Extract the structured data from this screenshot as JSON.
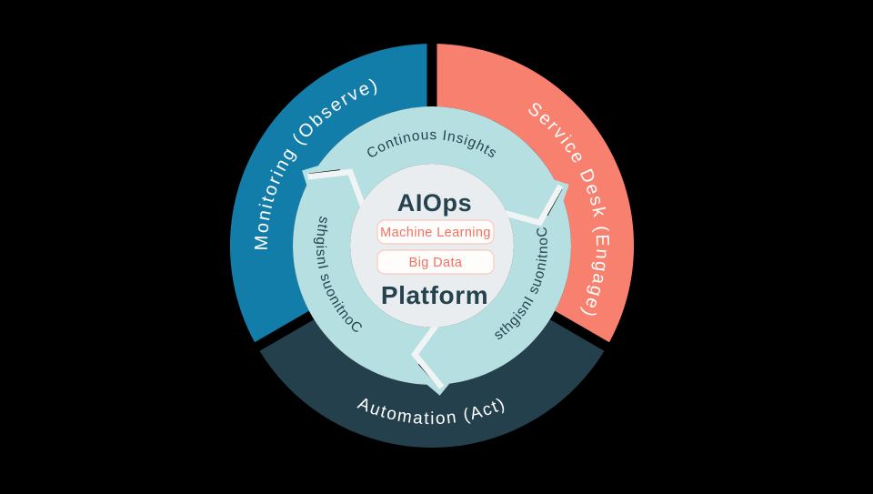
{
  "colors": {
    "background": "#000000",
    "monitoring_segment": "#137DA9",
    "service_desk_segment": "#F8806F",
    "automation_segment": "#24404D",
    "inner_ring": "#B5DFE0",
    "center_circle": "#EAEDEF",
    "dark_text": "#25424F",
    "accent_text": "#F4705E",
    "box_border": "#F8CFC6",
    "box_fill": "#FFFDFC",
    "chevron_gap": "#F1F4F4",
    "arrow_shadow": "#050505",
    "label_text": "#FFFFFF"
  },
  "outer_ring": {
    "monitoring_label": "Monitoring (Observe)",
    "service_desk_label": "Service Desk (Engage)",
    "automation_label": "Automation (Act)"
  },
  "inner_ring": {
    "top_label": "Continous Insights",
    "left_label": "Continous Insights",
    "right_label": "Continous Insights"
  },
  "center": {
    "title_top": "AIOps",
    "items": [
      "Machine Learning",
      "Big Data"
    ],
    "title_bottom": "Platform"
  }
}
